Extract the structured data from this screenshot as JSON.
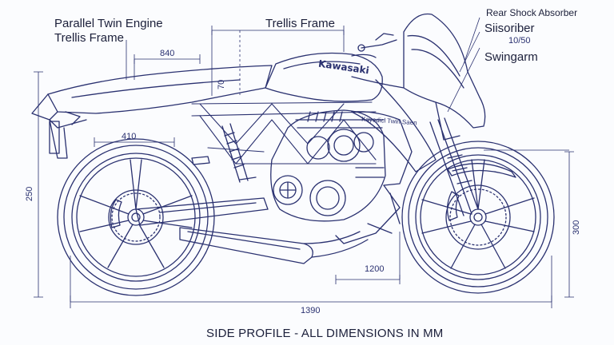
{
  "labels": {
    "parallel_twin_engine": "Parallel Twin Engine",
    "trellis_frame_left": "Trellis Frame",
    "trellis_frame_top": "Trellis Frame",
    "rear_shock_absorber": "Rear Shock Absorber",
    "shock_absorber_garbled": "Siisoriber",
    "swingarm": "Swingarm",
    "tank_brand": "Kawasaki",
    "fairing_text": "Kayedicl Twin Saen"
  },
  "dimensions": {
    "seat_length": "840",
    "tank_height": "70",
    "rear_section": "410",
    "overall_height": "250",
    "front_height": "300",
    "fork_offset": "1200",
    "wheelbase": "1390",
    "top_right": "10/50"
  },
  "caption": "SIDE PROFILE - ALL DIMENSIONS IN MM",
  "colors": {
    "ink": "#2a3170",
    "paper": "#fbfcfe",
    "text": "#1b1f3a"
  }
}
